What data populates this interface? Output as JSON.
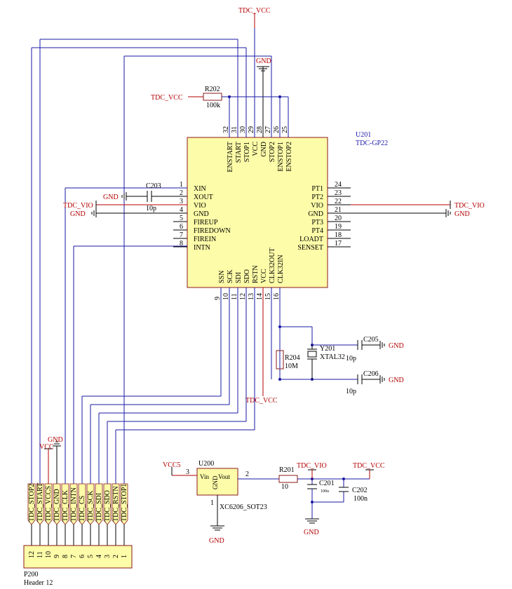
{
  "u201": {
    "designator": "U201",
    "part": "TDC-GP22",
    "left_pins": [
      {
        "n": "1",
        "name": "XIN"
      },
      {
        "n": "2",
        "name": "XOUT"
      },
      {
        "n": "3",
        "name": "VIO"
      },
      {
        "n": "4",
        "name": "GND"
      },
      {
        "n": "5",
        "name": "FIREUP"
      },
      {
        "n": "6",
        "name": "FIREDOWN"
      },
      {
        "n": "7",
        "name": "FIREIN"
      },
      {
        "n": "8",
        "name": "INTN"
      }
    ],
    "right_pins": [
      {
        "n": "24",
        "name": "PT1"
      },
      {
        "n": "23",
        "name": "PT2"
      },
      {
        "n": "22",
        "name": "VIO"
      },
      {
        "n": "21",
        "name": "GND"
      },
      {
        "n": "20",
        "name": "PT3"
      },
      {
        "n": "19",
        "name": "PT4"
      },
      {
        "n": "18",
        "name": "LOADT"
      },
      {
        "n": "17",
        "name": "SENSET"
      }
    ],
    "top_pins": [
      {
        "n": "32",
        "name": "ENSTART"
      },
      {
        "n": "31",
        "name": "START"
      },
      {
        "n": "30",
        "name": "STOP1"
      },
      {
        "n": "29",
        "name": "VCC"
      },
      {
        "n": "28",
        "name": "GND"
      },
      {
        "n": "27",
        "name": "STOP2"
      },
      {
        "n": "26",
        "name": "ENSTOP1"
      },
      {
        "n": "25",
        "name": "ENSTOP2"
      }
    ],
    "bottom_pins": [
      {
        "n": "9",
        "name": "SSN"
      },
      {
        "n": "10",
        "name": "SCK"
      },
      {
        "n": "11",
        "name": "SDI"
      },
      {
        "n": "12",
        "name": "SDO"
      },
      {
        "n": "13",
        "name": "RSTN"
      },
      {
        "n": "14",
        "name": "VCC"
      },
      {
        "n": "15",
        "name": "CLK32OUT"
      },
      {
        "n": "16",
        "name": "CLK32IN"
      }
    ]
  },
  "power": {
    "tdc_vcc": "TDC_VCC",
    "tdc_vio": "TDC_VIO",
    "gnd": "GND",
    "vcc": "VCC",
    "vcc5": "VCC5"
  },
  "parts": {
    "r202": {
      "ref": "R202",
      "value": "100k"
    },
    "c203": {
      "ref": "C203",
      "value": "10p"
    },
    "c205": {
      "ref": "C205",
      "value": "10p"
    },
    "c206": {
      "ref": "C206",
      "value": "10p"
    },
    "r204": {
      "ref": "R204",
      "value": "10M"
    },
    "y201": {
      "ref": "Y201",
      "value": "XTAL32"
    },
    "r201": {
      "ref": "R201",
      "value": "10"
    },
    "c201": {
      "ref": "C201",
      "value": "100u"
    },
    "c202": {
      "ref": "C202",
      "value": "100n"
    },
    "u200": {
      "ref": "U200",
      "part": "XC6206_SOT23",
      "vin": "Vin",
      "vout": "Vout",
      "gnd": "GND",
      "pin_in": "3",
      "pin_out": "2",
      "pin_gnd": "1"
    }
  },
  "header": {
    "ref": "P200",
    "part": "Header 12",
    "nets": [
      "TDC_STOP2",
      "TDC_START",
      "TDC_VCCS",
      "TDC_GND",
      "TDC_CLK",
      "TDC_INTN",
      "TDC_CS",
      "TDC_SCK",
      "TDC_SDI",
      "TDC_SDO",
      "TDC_RSTN",
      "TDC_STOP1"
    ],
    "pins": [
      "12",
      "11",
      "10",
      "9",
      "8",
      "7",
      "6",
      "5",
      "4",
      "3",
      "2",
      "1"
    ]
  }
}
